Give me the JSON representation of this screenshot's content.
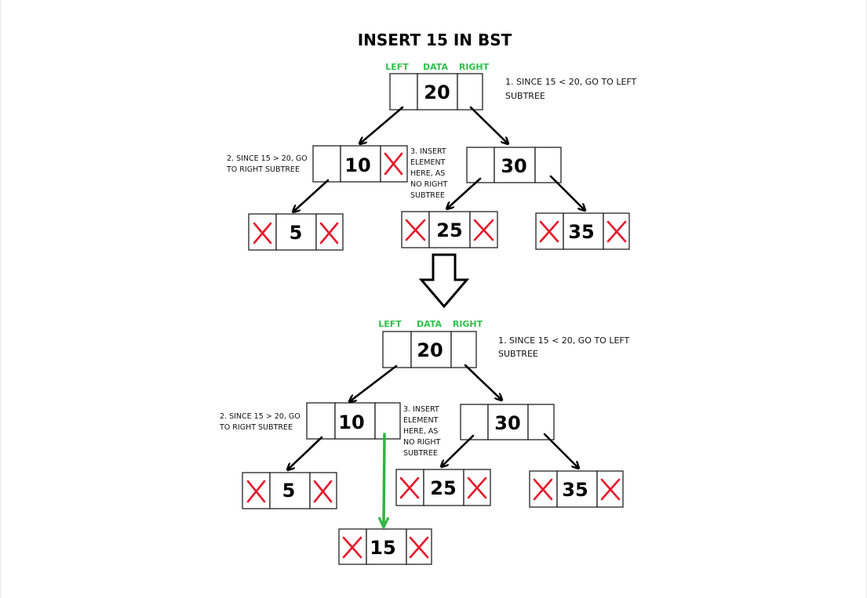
{
  "title": "INSERT 15 IN BST",
  "field_labels": {
    "left": "LEFT",
    "data": "DATA",
    "right": "RIGHT"
  },
  "notes": {
    "step1_line1": "1. SINCE 15 < 20, GO TO LEFT",
    "step1_line2": "SUBTREE",
    "step2_line1": "2. SINCE 15 > 20, GO",
    "step2_line2": "TO RIGHT SUBTREE",
    "step3_line1": "3. INSERT",
    "step3_line2": "ELEMENT",
    "step3_line3": "HERE, AS",
    "step3_line4": "NO RIGHT",
    "step3_line5": "SUBTREE"
  },
  "before_tree": {
    "root": "20",
    "left": "10",
    "right": "30",
    "left_left": "5",
    "right_left": "25",
    "right_right": "35"
  },
  "after_tree": {
    "root": "20",
    "left": "10",
    "right": "30",
    "left_left": "5",
    "right_left": "25",
    "right_right": "35",
    "left_right_new": "15"
  },
  "colors": {
    "label_green": "#2ec04a",
    "null_cross_red": "#e8172a",
    "new_edge_green": "#2db540"
  }
}
